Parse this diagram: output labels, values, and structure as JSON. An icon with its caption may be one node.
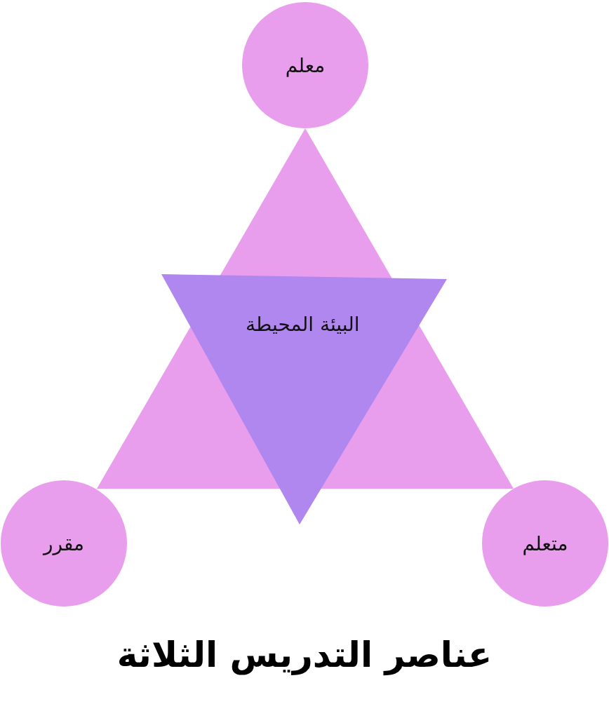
{
  "diagram": {
    "title": "عناصر التدريس الثلاثة",
    "nodes": [
      {
        "text": [
          "معلم"
        ]
      },
      {
        "text": [],
        "shape": "triangle"
      },
      {
        "text": [
          "البيئة المحيطة"
        ]
      },
      {
        "text": [
          "مقرر"
        ]
      },
      {
        "text": [
          "متعلم"
        ]
      }
    ]
  }
}
